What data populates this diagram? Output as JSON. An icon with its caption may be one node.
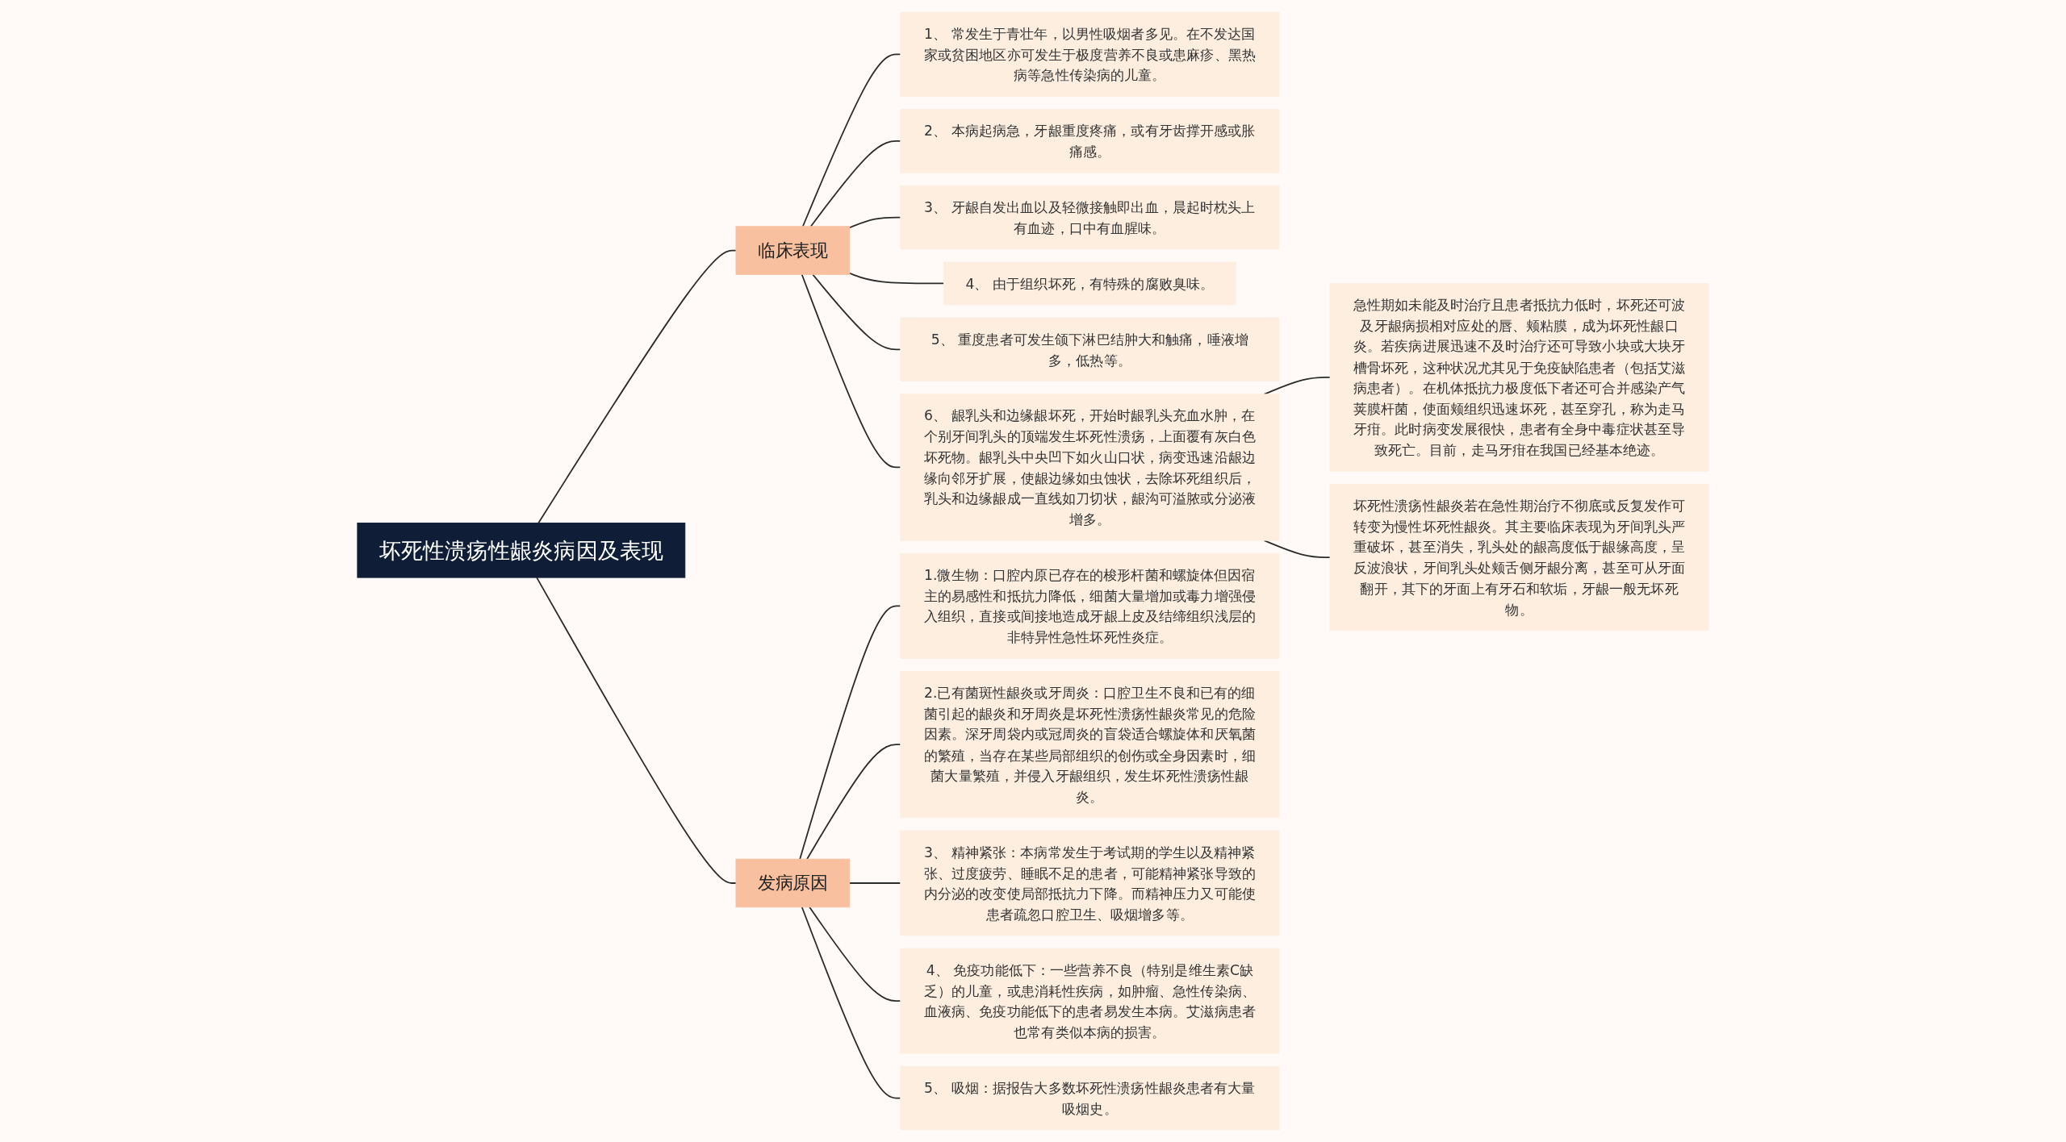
{
  "diagram": {
    "nodes": [
      {
        "text": [
          "坏死性溃疡性龈炎病因及表现"
        ]
      },
      {
        "text": [
          "临床表现"
        ]
      },
      {
        "text": [
          "1、 常发生于青壮年，以男性吸烟者多见。在不发达国家或贫困地区亦可发生于极度营养不良或患麻疹、黑热病等急性传染病的儿童。"
        ]
      },
      {
        "text": [
          "2、 本病起病急，牙龈重度疼痛，或有牙齿撑开感或胀痛感。"
        ]
      },
      {
        "text": [
          "3、 牙龈自发出血以及轻微接触即出血，晨起时枕头上有血迹，口中有血腥味。"
        ]
      },
      {
        "text": [
          "4、 由于组织坏死，有特殊的腐败臭味。"
        ]
      },
      {
        "text": [
          "5、 重度患者可发生颌下淋巴结肿大和触痛，唾液增多，低热等。"
        ]
      },
      {
        "text": [
          "6、 龈乳头和边缘龈坏死，开始时龈乳头充血水肿，在个别牙间乳头的顶端发生坏死性溃疡，上面覆有灰白色坏死物。龈乳头中央凹下如火山口状，病变迅速沿龈边缘向邻牙扩展，使龈边缘如虫蚀状，去除坏死组织后，乳头和边缘龈成一直线如刀切状，龈沟可溢脓或分泌液增多。"
        ]
      },
      {
        "text": [
          "急性期如未能及时治疗且患者抵抗力低时，坏死还可波及牙龈病损相对应处的唇、颊粘膜，成为坏死性龈口炎。若疾病进展迅速不及时治疗还可导致小块或大块牙槽骨坏死，这种状况尤其见于免疫缺陷患者（包括艾滋病患者）。在机体抵抗力极度低下者还可合并感染产气荚膜杆菌，使面颊组织迅速坏死，甚至穿孔，称为走马牙疳。此时病变发展很快，患者有全身中毒症状甚至导致死亡。目前，走马牙疳在我国已经基本绝迹。"
        ]
      },
      {
        "text": [
          "坏死性溃疡性龈炎若在急性期治疗不彻底或反复发作可转变为慢性坏死性龈炎。其主要临床表现为牙间乳头严重破坏，甚至消失，乳头处的龈高度低于龈缘高度，呈反波浪状，牙间乳头处颊舌侧牙龈分离，甚至可从牙面翻开，其下的牙面上有牙石和软垢，牙龈一般无坏死物。"
        ]
      },
      {
        "text": [
          "发病原因"
        ]
      },
      {
        "text": [
          "1.微生物：口腔内原已存在的梭形杆菌和螺旋体但因宿主的易感性和抵抗力降低，细菌大量增加或毒力增强侵入组织，直接或间接地造成牙龈上皮及结缔组织浅层的非特异性急性坏死性炎症。"
        ]
      },
      {
        "text": [
          "2.已有菌斑性龈炎或牙周炎：口腔卫生不良和已有的细菌引起的龈炎和牙周炎是坏死性溃疡性龈炎常见的危险因素。深牙周袋内或冠周炎的盲袋适合螺旋体和厌氧菌的繁殖，当存在某些局部组织的创伤或全身因素时，细菌大量繁殖，并侵入牙龈组织，发生坏死性溃疡性龈炎。"
        ]
      },
      {
        "text": [
          "3、 精神紧张：本病常发生于考试期的学生以及精神紧张、过度疲劳、睡眠不足的患者，可能精神紧张导致的内分泌的改变使局部抵抗力下降。而精神压力又可能使患者疏忽口腔卫生、吸烟增多等。"
        ]
      },
      {
        "text": [
          "4、 免疫功能低下：一些营养不良（特别是维生素C缺乏）的儿童，或患消耗性疾病，如肿瘤、急性传染病、血液病、免疫功能低下的患者易发生本病。艾滋病患者也常有类似本病的损害。"
        ]
      },
      {
        "text": [
          "5、 吸烟：据报告大多数坏死性溃疡性龈炎患者有大量吸烟史。"
        ]
      }
    ],
    "edges": [
      {
        "from": 0,
        "to": 1,
        "arrow": "none"
      },
      {
        "from": 0,
        "to": 10,
        "arrow": "none"
      },
      {
        "from": 1,
        "to": 2,
        "arrow": "none"
      },
      {
        "from": 1,
        "to": 3,
        "arrow": "none"
      },
      {
        "from": 1,
        "to": 4,
        "arrow": "none"
      },
      {
        "from": 1,
        "to": 5,
        "arrow": "none"
      },
      {
        "from": 1,
        "to": 6,
        "arrow": "none"
      },
      {
        "from": 1,
        "to": 7,
        "arrow": "none"
      },
      {
        "from": 7,
        "to": 8,
        "arrow": "none"
      },
      {
        "from": 7,
        "to": 9,
        "arrow": "none"
      },
      {
        "from": 10,
        "to": 11,
        "arrow": "none"
      },
      {
        "from": 10,
        "to": 12,
        "arrow": "none"
      },
      {
        "from": 10,
        "to": 13,
        "arrow": "none"
      },
      {
        "from": 10,
        "to": 14,
        "arrow": "none"
      },
      {
        "from": 10,
        "to": 15,
        "arrow": "none"
      }
    ]
  }
}
